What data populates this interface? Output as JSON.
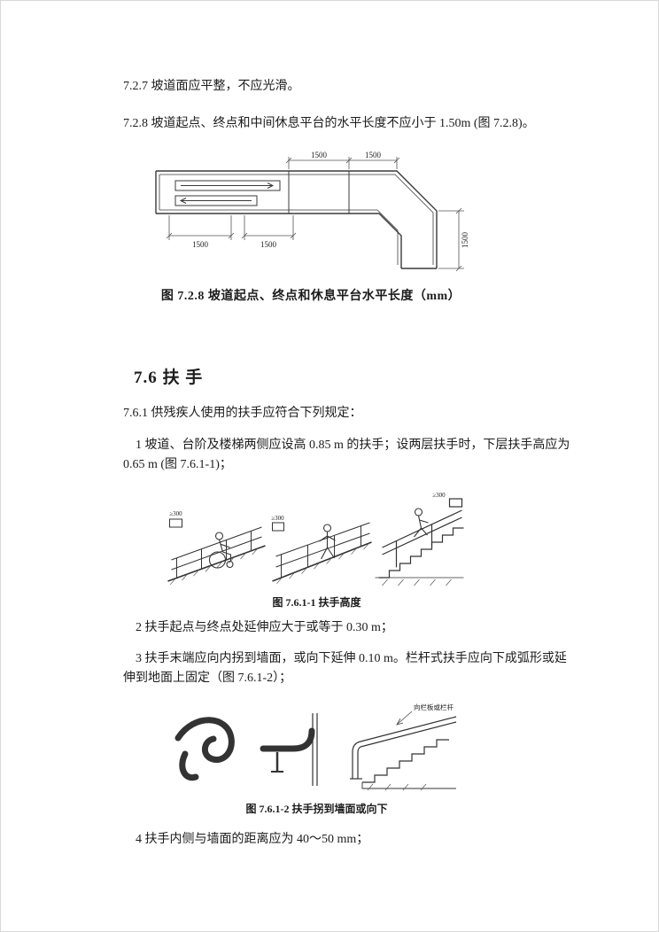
{
  "doc": {
    "p727": "7.2.7 坡道面应平整，不应光滑。",
    "p728": "7.2.8 坡道起点、终点和中间休息平台的水平长度不应小于 1.50m (图 7.2.8)。",
    "fig728": {
      "dim": "1500",
      "caption": "图 7.2.8  坡道起点、终点和休息平台水平长度（mm）"
    },
    "sec76": "7.6 扶 手",
    "p761": "7.6.1 供残疾人使用的扶手应符合下列规定：",
    "item1": "1 坡道、台阶及楼梯两侧应设高 0.85 m 的扶手；设两层扶手时，下层扶手高应为 0.65 m (图 7.6.1-1)；",
    "fig7611": {
      "dim": "≥300",
      "caption": "图 7.6.1-1  扶手高度"
    },
    "item2": "2 扶手起点与终点处延伸应大于或等于 0.30 m；",
    "item3": "3 扶手末端应向内拐到墙面，或向下延伸 0.10 m。栏杆式扶手应向下成弧形或延伸到地面上固定（图 7.6.1-2）；",
    "fig7612": {
      "note": "向栏板或栏杆",
      "caption": "图 7.6.1-2  扶手拐到墙面或向下"
    },
    "item4": "4 扶手内侧与墙面的距离应为 40～50 mm；"
  }
}
